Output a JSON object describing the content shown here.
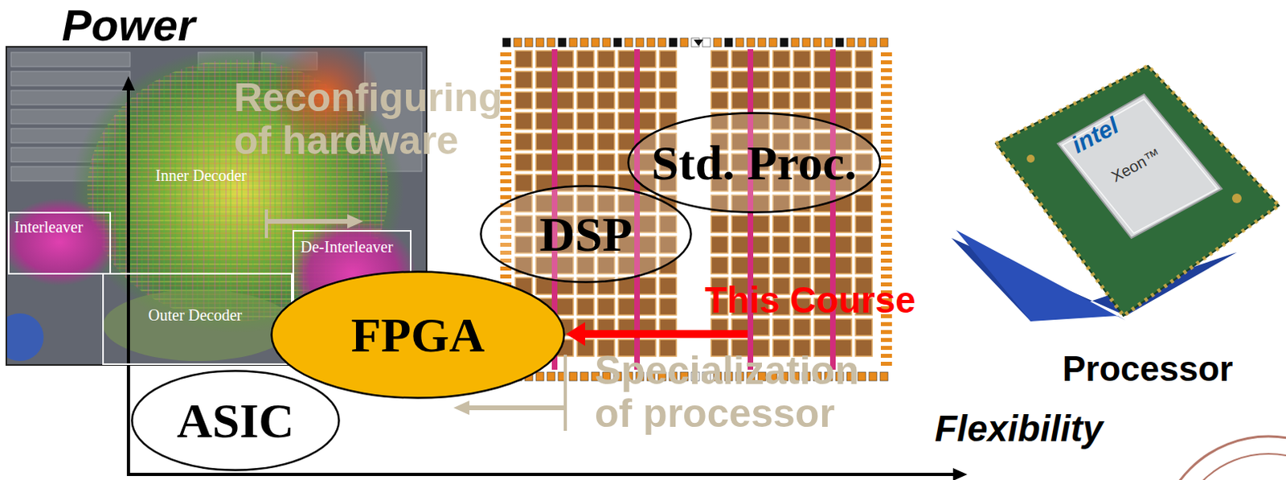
{
  "diagram": {
    "nodes": [
      {
        "text": [
          "Interleaver"
        ]
      },
      {
        "text": [
          "De-Interleaver"
        ]
      },
      {
        "text": [
          "Outer Decoder"
        ]
      },
      {
        "text": [
          "Std. Proc."
        ]
      },
      {
        "text": [
          "DSP"
        ]
      },
      {
        "text": [
          "FPGA"
        ]
      },
      {
        "text": [
          "ASIC"
        ]
      }
    ],
    "labels": [
      "Power",
      "Reconfiguring of hardware",
      "Inner Decoder",
      "This Course",
      "Specialization of processor",
      "intel",
      "Xeon™",
      "Processor",
      "Flexibility"
    ]
  }
}
